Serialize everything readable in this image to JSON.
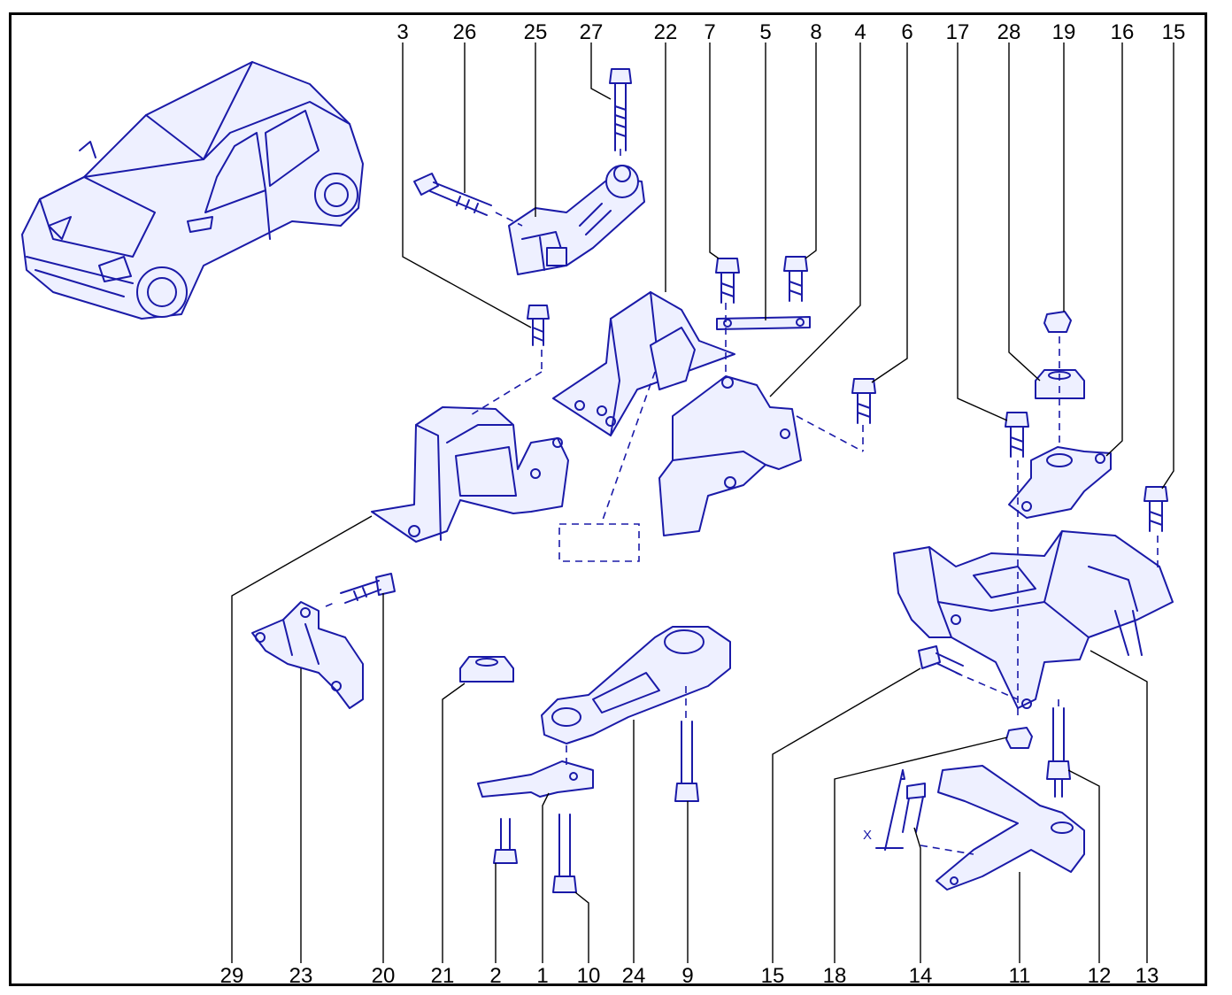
{
  "diagram": {
    "labels": {
      "l3": "3",
      "l26": "26",
      "l25": "25",
      "l27": "27",
      "l22": "22",
      "l7": "7",
      "l5": "5",
      "l8": "8",
      "l4": "4",
      "l6": "6",
      "l17": "17",
      "l28": "28",
      "l19": "19",
      "l16": "16",
      "l15a": "15",
      "l29": "29",
      "l23": "23",
      "l20": "20",
      "l21": "21",
      "l2": "2",
      "l1": "1",
      "l10": "10",
      "l24": "24",
      "l9": "9",
      "l15b": "15",
      "l18": "18",
      "l14": "14",
      "l11": "11",
      "l12": "12",
      "l13": "13"
    },
    "dimension_marker": "X",
    "line_color": "#1a1aa8"
  }
}
